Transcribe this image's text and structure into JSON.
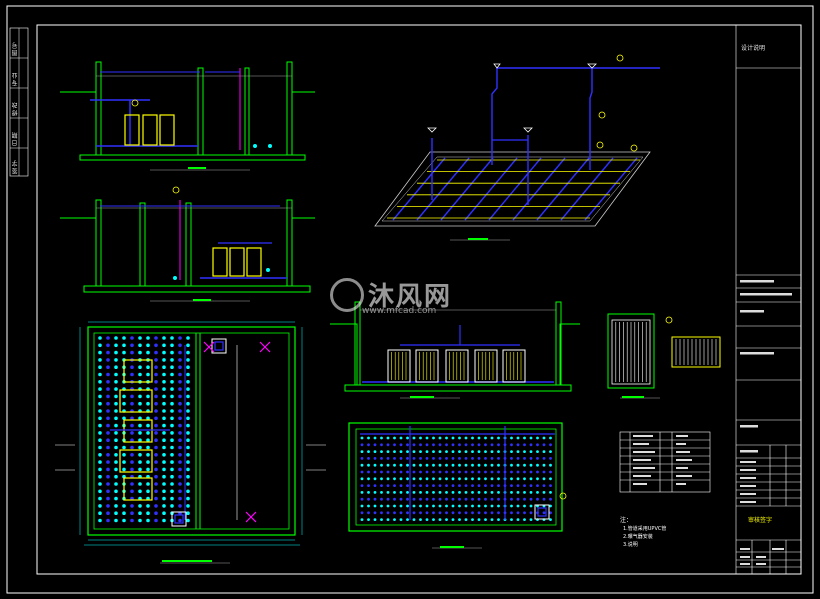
{
  "watermark": {
    "brand_text": "沐风网",
    "url_text": "www.mfcad.com",
    "logo_icon": "mf-logo-icon"
  },
  "title_block": {
    "design_note_label": "设计说明",
    "sign_text": "审核签字"
  },
  "side_strip": {
    "labels": [
      "图 号",
      "专 业",
      "修 改",
      "日 期",
      "签 字"
    ]
  },
  "notes": {
    "heading": "注：",
    "lines": [
      "1.管道采用UPVC管",
      "2.曝气器安装",
      "3.说明"
    ]
  },
  "colors": {
    "background": "#000000",
    "wall": "#00ff00",
    "pipe_blue": "#3030ff",
    "aerator": "#ffff00",
    "pink": "#ff00ff",
    "frame": "#ffffff",
    "cyan": "#00ffff"
  }
}
